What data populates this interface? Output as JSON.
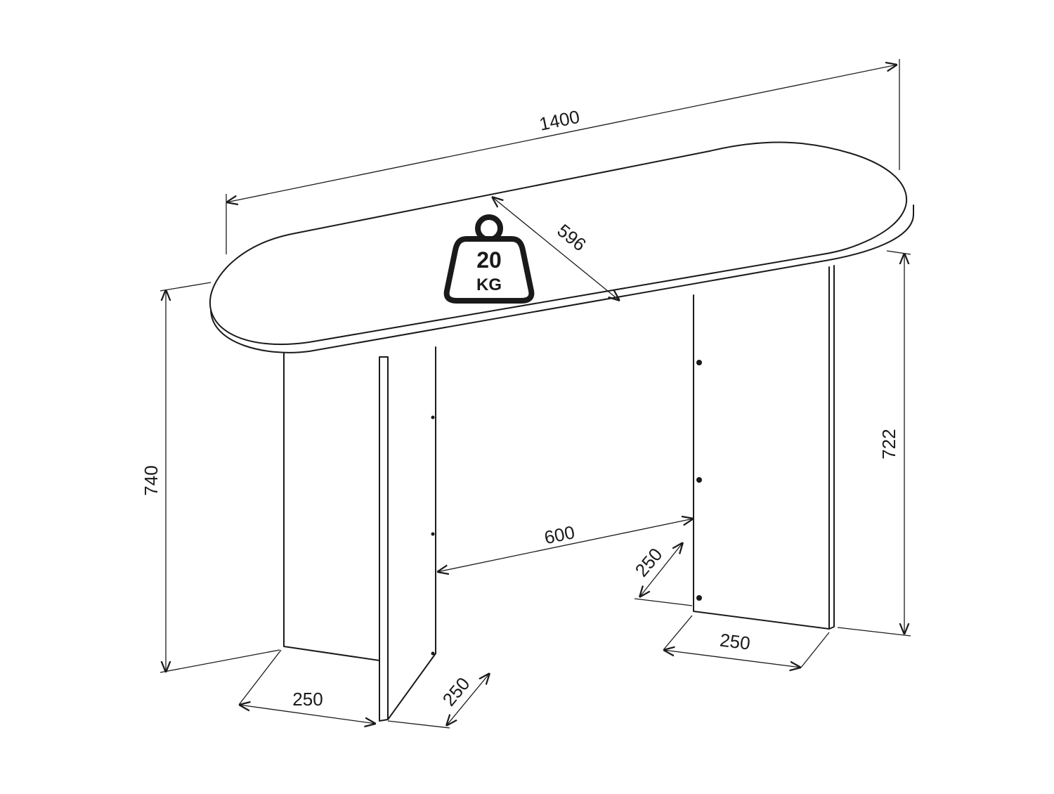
{
  "table": {
    "dimensions": {
      "overall_length": "1400",
      "top_width": "596",
      "overall_height": "740",
      "leg_height": "722",
      "leg_gap": "600",
      "front_left_leg_width": "250",
      "front_left_leg_depth": "250",
      "back_leg_width": "250",
      "back_leg_depth": "250"
    },
    "weight_badge": {
      "value": "20",
      "unit": "KG",
      "icon": "weight-icon"
    }
  },
  "colors": {
    "line": "#1a1a1a",
    "background": "#ffffff"
  }
}
